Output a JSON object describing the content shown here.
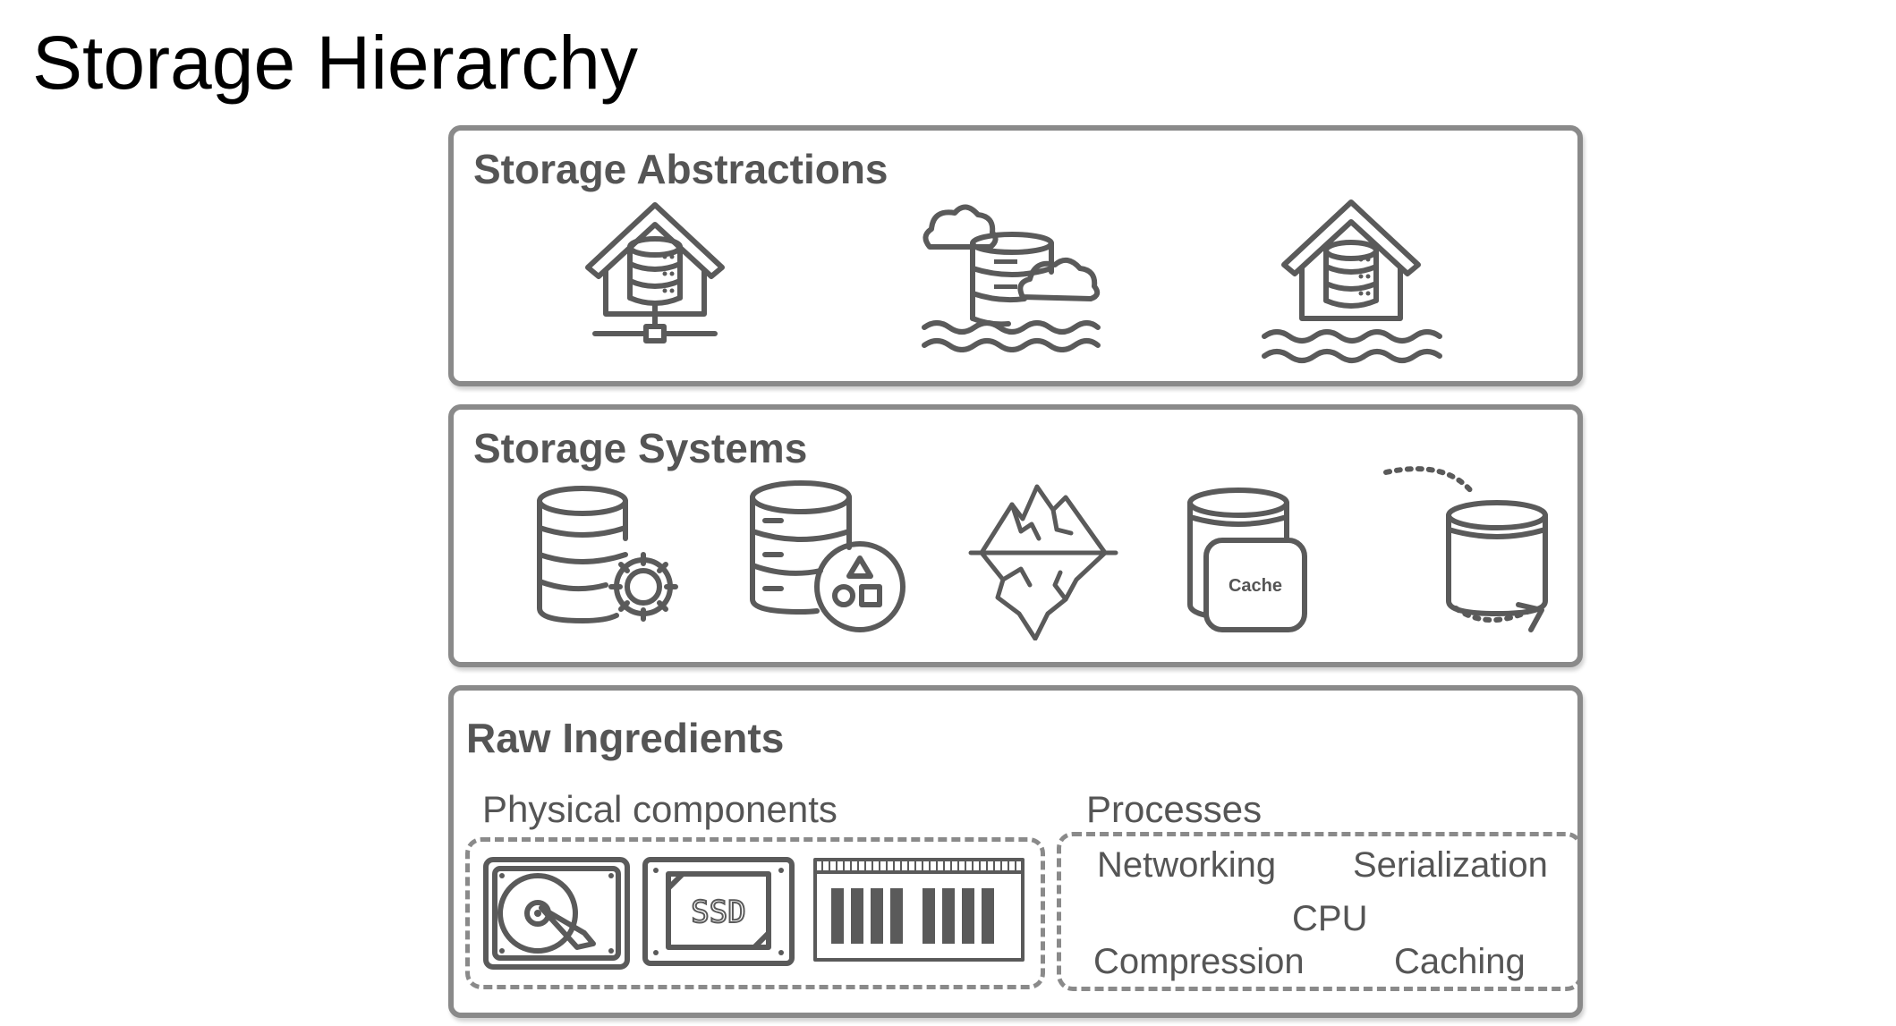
{
  "title": "Storage Hierarchy",
  "panels": {
    "abstractions": {
      "title": "Storage Abstractions",
      "icons": [
        "data-warehouse-icon",
        "data-lake-icon",
        "data-lakehouse-icon"
      ]
    },
    "systems": {
      "title": "Storage Systems",
      "icons": [
        "database-management-icon",
        "object-storage-icon",
        "iceberg-icon",
        "cache-icon",
        "streaming-storage-icon"
      ],
      "cache_label": "Cache"
    },
    "raw": {
      "title": "Raw Ingredients",
      "physical": {
        "label": "Physical components",
        "icons": [
          "hard-drive-icon",
          "ssd-icon",
          "ram-icon"
        ],
        "ssd_label": "SSD"
      },
      "processes": {
        "label": "Processes",
        "items": [
          "Networking",
          "Serialization",
          "CPU",
          "Compression",
          "Caching"
        ]
      }
    }
  },
  "colors": {
    "stroke": "#5a5a5a",
    "border": "#8a8a8a",
    "title": "#000000",
    "text": "#555555"
  }
}
